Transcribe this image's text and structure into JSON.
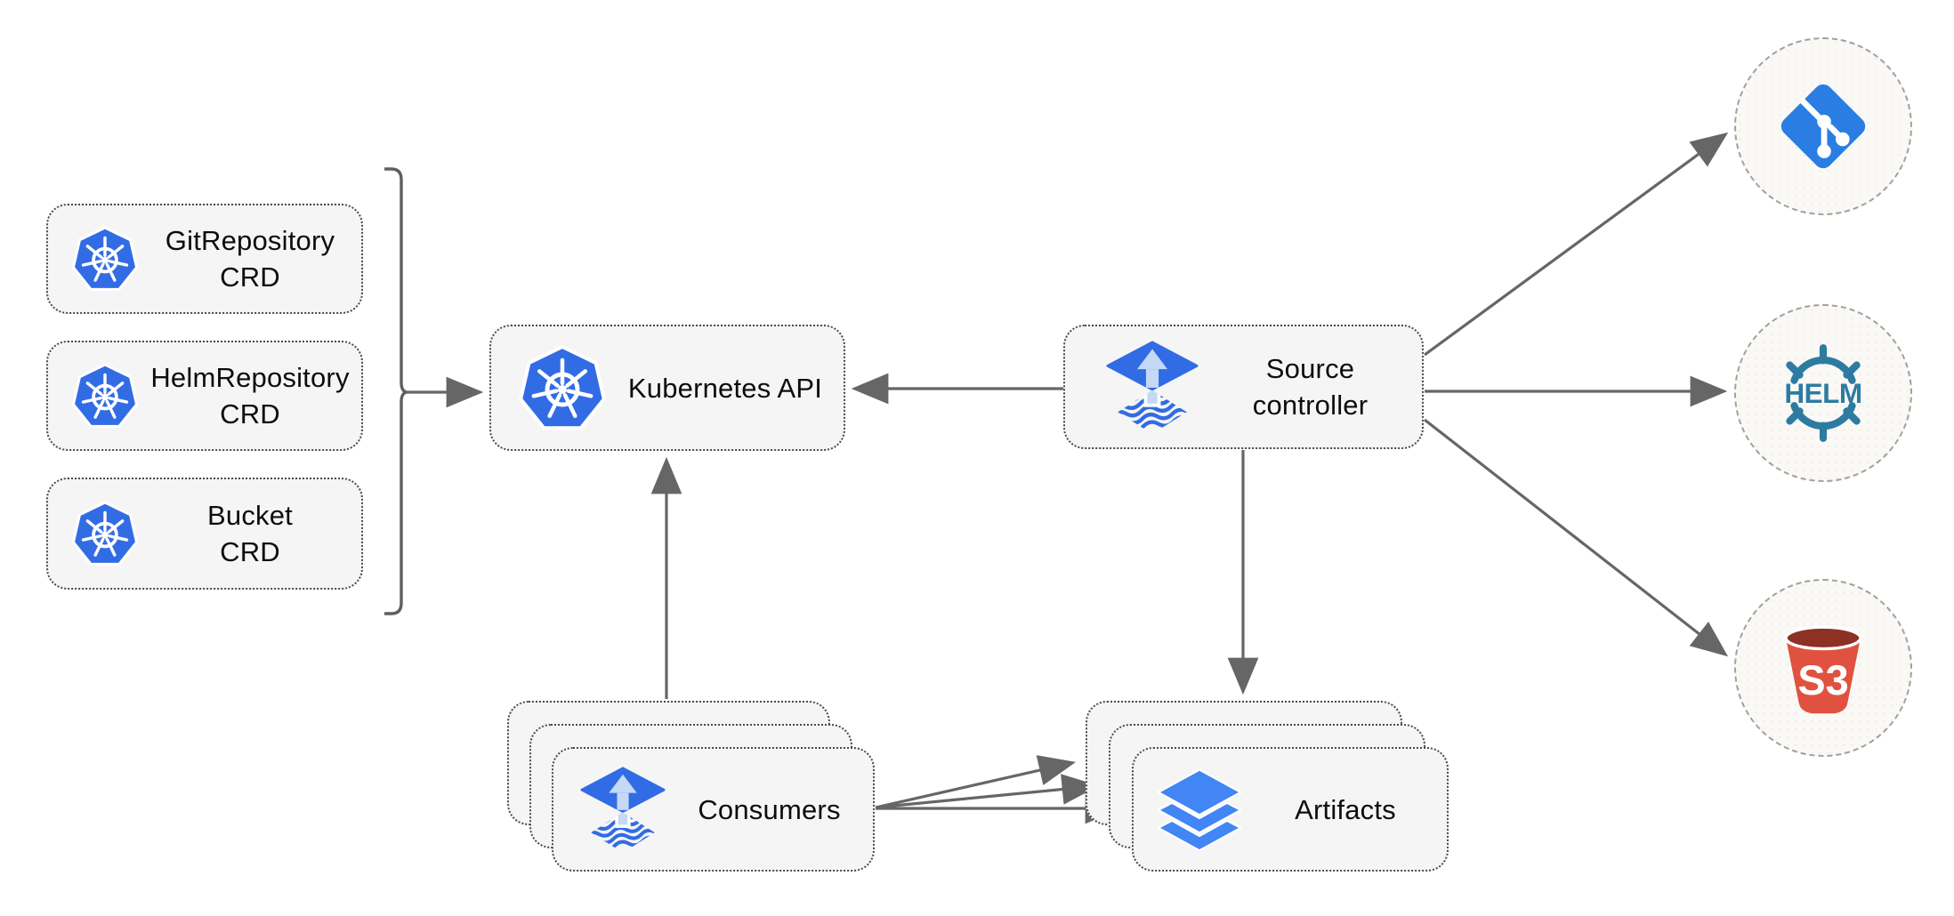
{
  "diagram": {
    "nodes": {
      "crds": [
        {
          "line1": "GitRepository",
          "line2": "CRD",
          "icon": "kubernetes-icon"
        },
        {
          "line1": "HelmRepository",
          "line2": "CRD",
          "icon": "kubernetes-icon"
        },
        {
          "line1": "Bucket",
          "line2": "CRD",
          "icon": "kubernetes-icon"
        }
      ],
      "kubernetes_api": {
        "label": "Kubernetes API",
        "icon": "kubernetes-icon"
      },
      "source_controller": {
        "line1": "Source",
        "line2": "controller",
        "icon": "flux-icon"
      },
      "consumers": {
        "label": "Consumers",
        "icon": "flux-icon",
        "stacked": 3
      },
      "artifacts": {
        "label": "Artifacts",
        "icon": "layers-icon",
        "stacked": 3
      },
      "external_sources": [
        {
          "name": "git-repository",
          "icon": "git-icon",
          "text": ""
        },
        {
          "name": "helm-repository",
          "icon": "helm-icon",
          "text": "HELM"
        },
        {
          "name": "s3-bucket",
          "icon": "s3-icon",
          "text": "S3"
        }
      ]
    },
    "edges": [
      {
        "from": "crds-bracket",
        "to": "kubernetes-api"
      },
      {
        "from": "source-controller",
        "to": "kubernetes-api"
      },
      {
        "from": "consumers",
        "to": "kubernetes-api"
      },
      {
        "from": "source-controller",
        "to": "artifacts"
      },
      {
        "from": "source-controller",
        "to": "git-repository"
      },
      {
        "from": "source-controller",
        "to": "helm-repository"
      },
      {
        "from": "source-controller",
        "to": "s3-bucket"
      },
      {
        "from": "consumers",
        "to": "artifacts",
        "count": 3
      }
    ],
    "colors": {
      "kubernetes_blue": "#326CE5",
      "flux_blue": "#316CE4",
      "flux_arrow_light": "#C5D9F7",
      "layers_blue": "#4285F4",
      "git_blue": "#2A7DE2",
      "helm_teal": "#2E7BA2",
      "s3_red": "#E0523F",
      "s3_dark_red": "#8C3123",
      "node_fill": "#F5F5F5",
      "node_border": "#4A4A4A",
      "circle_fill": "#FAF9F6",
      "circle_border": "#A0A0A0",
      "arrow_gray": "#666666"
    }
  }
}
